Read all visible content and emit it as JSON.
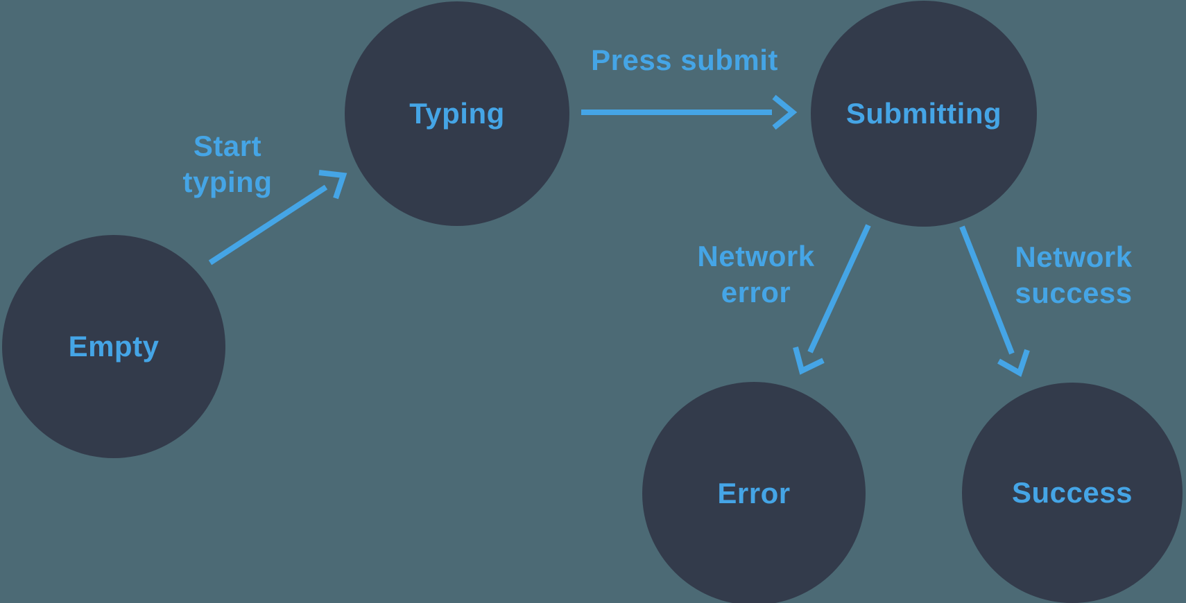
{
  "colors": {
    "background": "#4C6A75",
    "node_fill": "#333B4B",
    "accent": "#45A5E6"
  },
  "states": {
    "empty": {
      "label": "Empty"
    },
    "typing": {
      "label": "Typing"
    },
    "submitting": {
      "label": "Submitting"
    },
    "error": {
      "label": "Error"
    },
    "success": {
      "label": "Success"
    }
  },
  "transitions": {
    "start_typing": {
      "line1": "Start",
      "line2": "typing"
    },
    "press_submit": {
      "line1": "Press submit"
    },
    "network_error": {
      "line1": "Network",
      "line2": "error"
    },
    "network_success": {
      "line1": "Network",
      "line2": "success"
    }
  }
}
